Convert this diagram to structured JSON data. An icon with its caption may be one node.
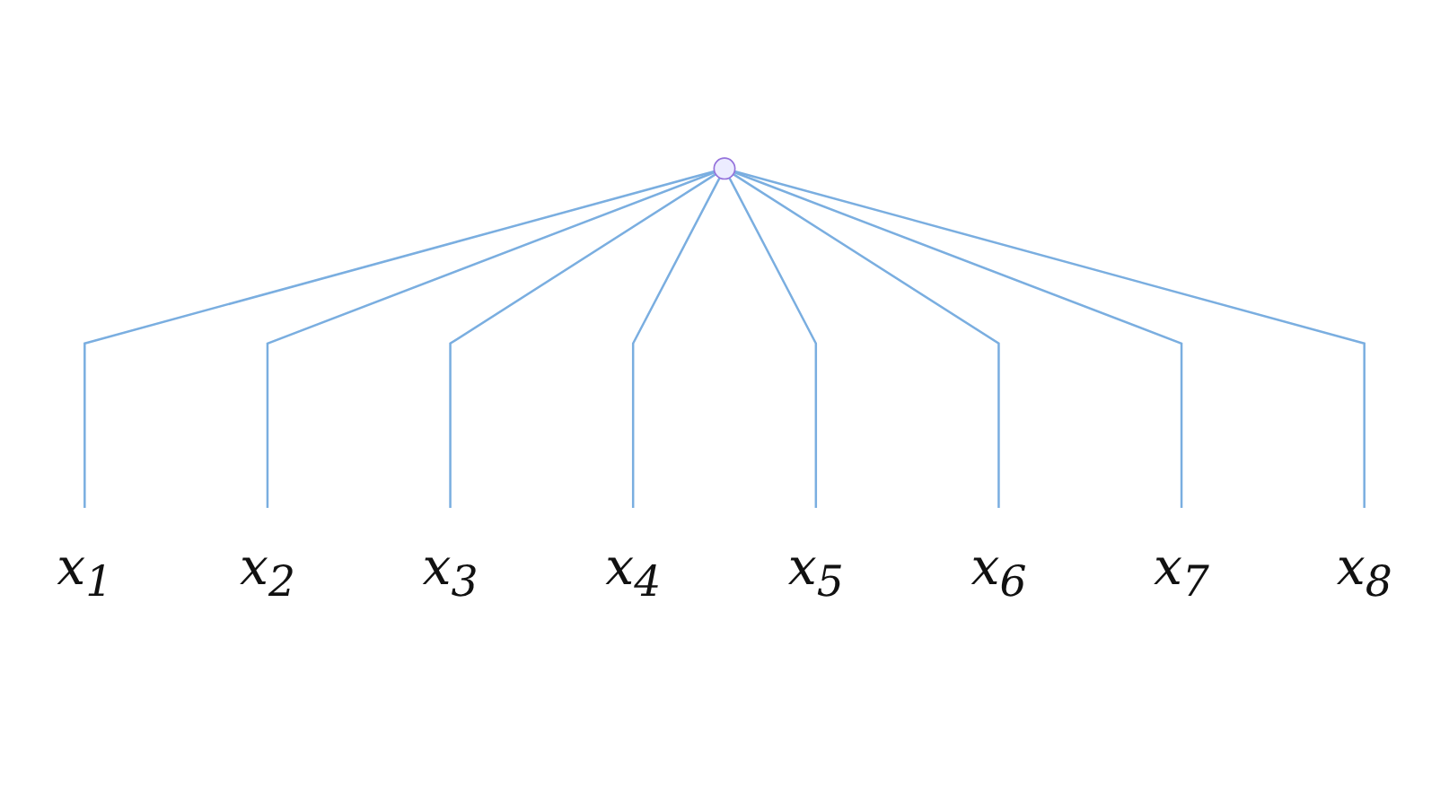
{
  "diagram": {
    "nodes": [
      {
        "text": [],
        "shape": "circle"
      },
      {
        "text": [
          "x$_{1}$"
        ]
      },
      {
        "text": [
          "x$_{2}$"
        ]
      },
      {
        "text": [
          "x$_{3}$"
        ]
      },
      {
        "text": [
          "x$_{4}$"
        ]
      },
      {
        "text": [
          "x$_{5}$"
        ]
      },
      {
        "text": [
          "x$_{6}$"
        ]
      },
      {
        "text": [
          "x$_{7}$"
        ]
      },
      {
        "text": [
          "x$_{8}$"
        ]
      }
    ],
    "edges": [
      {
        "from": 0,
        "to": 1,
        "arrow": "none"
      },
      {
        "from": 0,
        "to": 2,
        "arrow": "none"
      },
      {
        "from": 0,
        "to": 3,
        "arrow": "none"
      },
      {
        "from": 0,
        "to": 4,
        "arrow": "none"
      },
      {
        "from": 0,
        "to": 5,
        "arrow": "none"
      },
      {
        "from": 0,
        "to": 6,
        "arrow": "none"
      },
      {
        "from": 0,
        "to": 7,
        "arrow": "none"
      },
      {
        "from": 0,
        "to": 8,
        "arrow": "none"
      }
    ]
  }
}
